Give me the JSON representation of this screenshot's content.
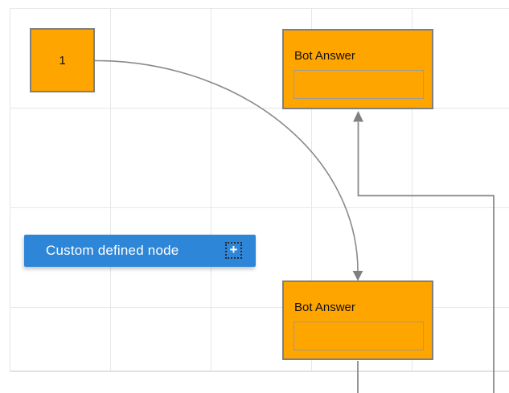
{
  "canvas": {
    "background": "#FFFFFF",
    "grid_line_color": "#E7E7E7",
    "grid_cell": "125x124"
  },
  "nodes": {
    "start": {
      "label": "1",
      "fill": "#FFA500",
      "border_color": "#7F7F7F"
    },
    "bot_answer_top": {
      "title": "Bot Answer",
      "field_value": "",
      "fill": "#FFA500",
      "border_color": "#7F7F7F",
      "field_border_color": "#9B9B9B"
    },
    "bot_answer_bottom": {
      "title": "Bot Answer",
      "field_value": "",
      "fill": "#FFA500",
      "border_color": "#7F7F7F",
      "field_border_color": "#9B9B9B"
    },
    "custom": {
      "label": "Custom defined node",
      "add_button": "+",
      "fill": "#2E86D8",
      "text_color": "#FFFFFF"
    }
  },
  "connectors": {
    "color": "#8A8A8A",
    "arrowhead_color": "#808080",
    "links": [
      {
        "from": "start",
        "to": "bot_answer_bottom",
        "style": "curved",
        "arrow": "into top edge of bot_answer_bottom"
      },
      {
        "from": "bot_answer_bottom",
        "to": "bot_answer_top",
        "style": "orthogonal",
        "arrow": "into bottom edge of bot_answer_top"
      }
    ]
  }
}
